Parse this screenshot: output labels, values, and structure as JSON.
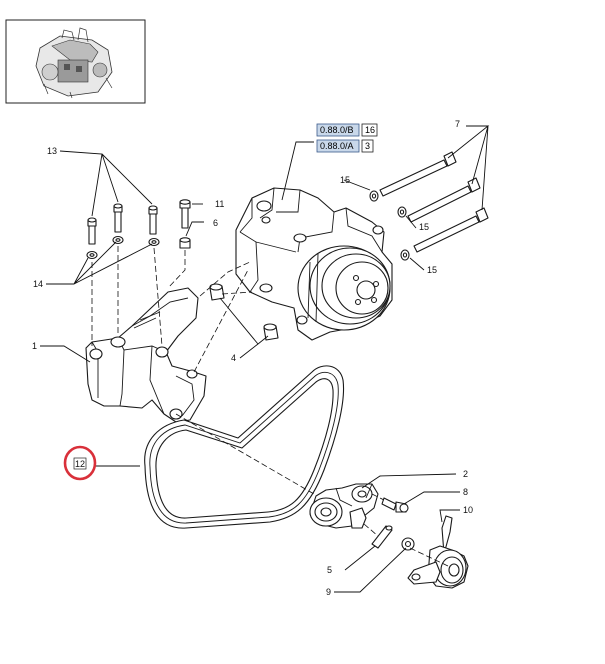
{
  "callouts": {
    "c1": "1",
    "c2": "2",
    "c4": "4",
    "c5": "5",
    "c6": "6",
    "c7": "7",
    "c8": "8",
    "c9": "9",
    "c10": "10",
    "c11": "11",
    "c12": "12",
    "c13": "13",
    "c14": "14",
    "c15a": "15",
    "c15b": "15",
    "c15c": "15"
  },
  "refs": [
    {
      "code": "0.88.0/B",
      "qty": "16"
    },
    {
      "code": "0.88.0/A",
      "qty": "3"
    }
  ],
  "colors": {
    "highlight": "#d9303a",
    "ref_box_fill": "#c9d8ea",
    "ref_box_stroke": "#3a5a8a"
  }
}
